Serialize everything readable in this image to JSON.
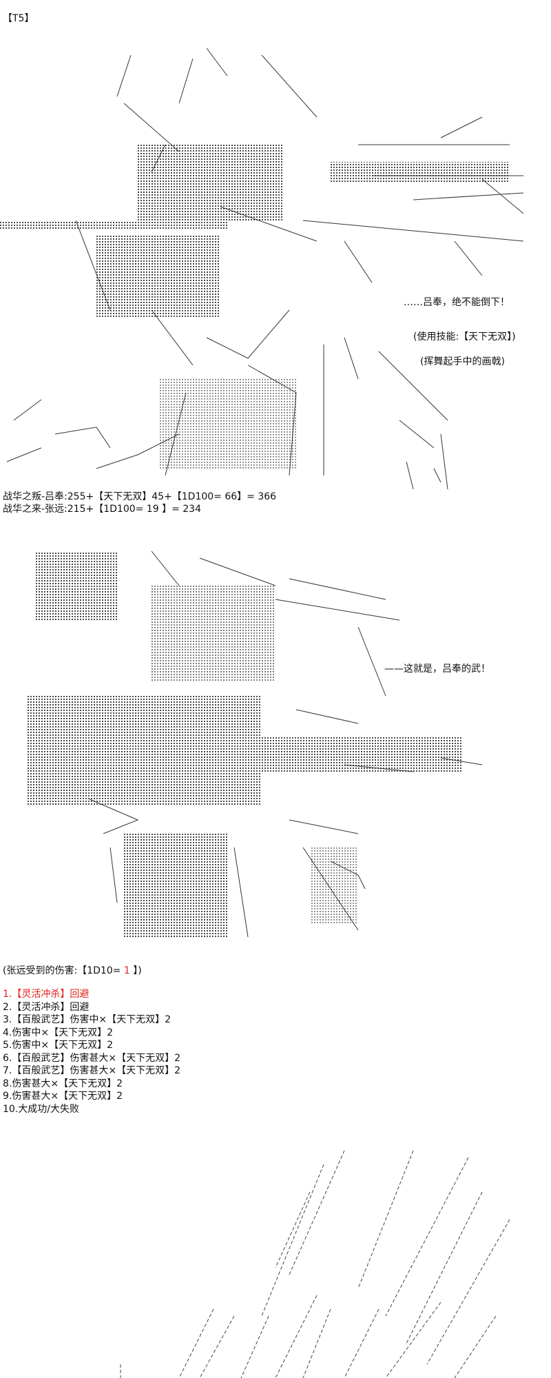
{
  "page_label": "【T5】",
  "panel1": {
    "dialogue": "……吕奉，绝不能倒下！",
    "skill_note": "(使用技能:【天下无双】)",
    "action_note": "(挥舞起手中的画戟)"
  },
  "scores": {
    "lu_line": "战华之叛-吕奉:255+【天下无双】45+【1D100= 66】= 366",
    "zhang_line": "战华之来-张远:215+【1D100= 19 】= 234"
  },
  "panel2": {
    "dialogue": "——这就是，吕奉的武！"
  },
  "damage": {
    "prefix": "(张远受到的伤害:【1D10= ",
    "roll": "1",
    "suffix": " 】)"
  },
  "outcomes": [
    {
      "text": "1.【灵活冲杀】回避",
      "highlight": true
    },
    {
      "text": "2.【灵活冲杀】回避",
      "highlight": false
    },
    {
      "text": "3.【百般武艺】伤害中×【天下无双】2",
      "highlight": false
    },
    {
      "text": "4.伤害中×【天下无双】2",
      "highlight": false
    },
    {
      "text": "5.伤害中×【天下无双】2",
      "highlight": false
    },
    {
      "text": "6.【百般武艺】伤害甚大×【天下无双】2",
      "highlight": false
    },
    {
      "text": "7.【百般武艺】伤害甚大×【天下无双】2",
      "highlight": false
    },
    {
      "text": "8.伤害甚大×【天下无双】2",
      "highlight": false
    },
    {
      "text": "9.伤害甚大×【天下无双】2",
      "highlight": false
    },
    {
      "text": "10.大成功/大失败",
      "highlight": false
    }
  ],
  "colors": {
    "highlight": "#e0201a",
    "text": "#111111"
  }
}
